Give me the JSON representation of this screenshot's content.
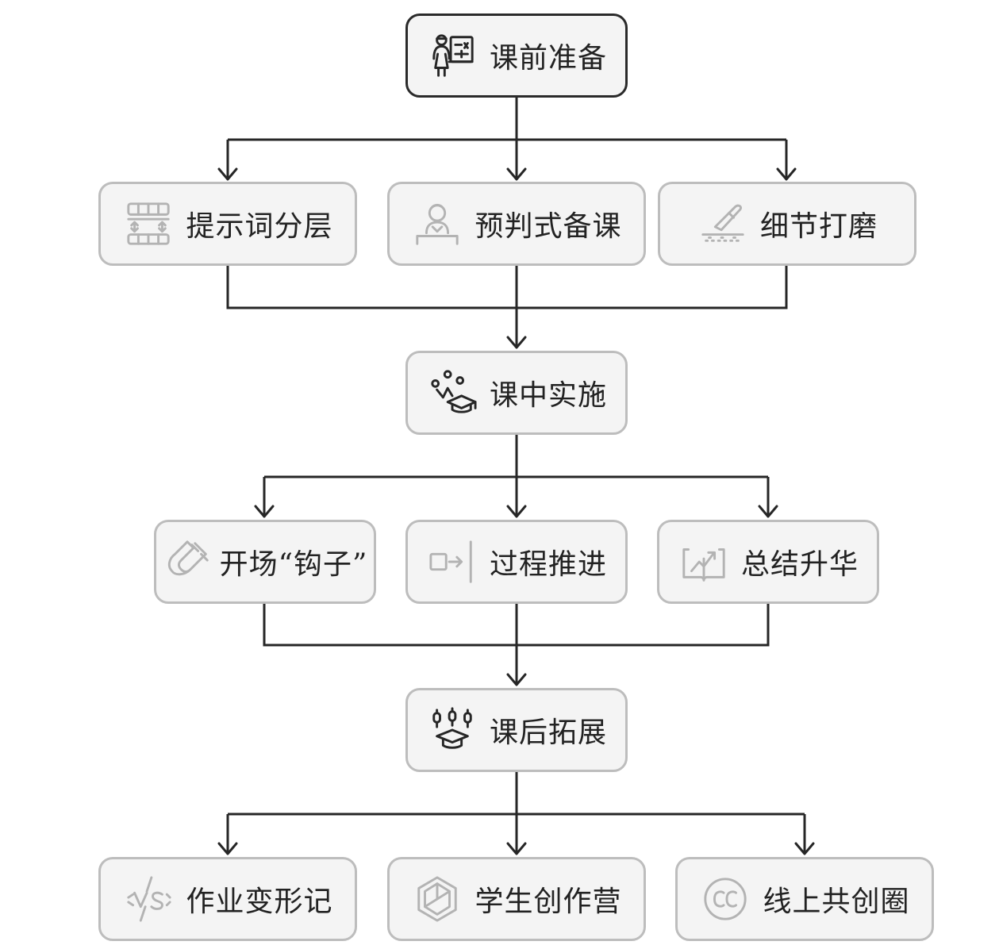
{
  "diagram": {
    "root": {
      "label": "课前准备",
      "icon": "teacher-board-icon"
    },
    "prep_children": [
      {
        "label": "提示词分层",
        "icon": "layers-grid-icon"
      },
      {
        "label": "预判式备课",
        "icon": "person-desk-icon"
      },
      {
        "label": "细节打磨",
        "icon": "scalpel-icon"
      }
    ],
    "middle": {
      "label": "课中实施",
      "icon": "student-ideas-icon"
    },
    "middle_children": [
      {
        "label": "开场“钩子”",
        "icon": "magnet-icon"
      },
      {
        "label": "过程推进",
        "icon": "arrow-to-bar-icon"
      },
      {
        "label": "总结升华",
        "icon": "book-growth-icon"
      }
    ],
    "after": {
      "label": "课后拓展",
      "icon": "student-skills-icon"
    },
    "after_children": [
      {
        "label": "作业变形记",
        "icon": "vs-sparkle-icon"
      },
      {
        "label": "学生创作营",
        "icon": "cube-icon"
      },
      {
        "label": "线上共创圈",
        "icon": "cc-circle-icon"
      }
    ]
  }
}
